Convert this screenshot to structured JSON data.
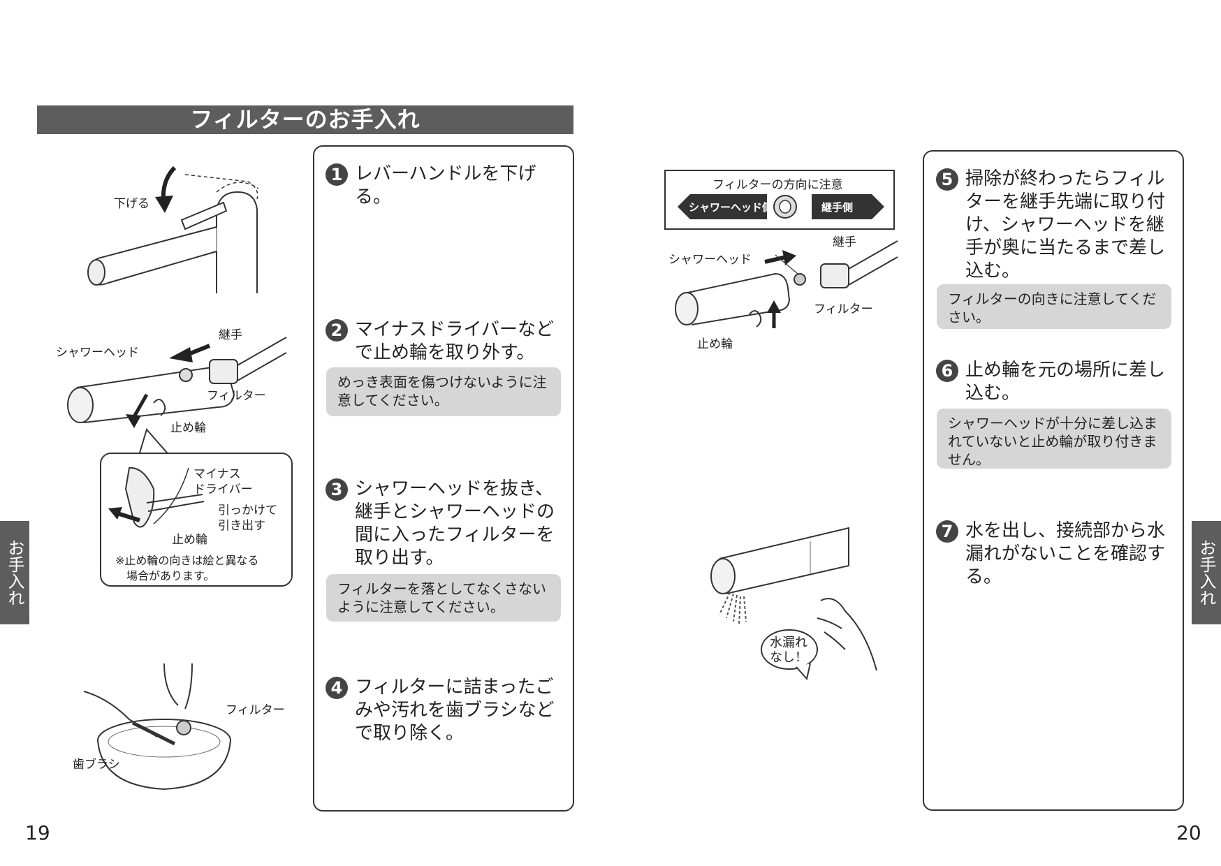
{
  "left": {
    "title": "フィルターのお手入れ",
    "steps": [
      {
        "num": "1",
        "text": "レバーハンドルを下げる。"
      },
      {
        "num": "2",
        "text": "マイナスドライバーなどで止め輪を取り外す。",
        "note": "めっき表面を傷つけないように注意してください。"
      },
      {
        "num": "3",
        "text": "シャワーヘッドを抜き、継手とシャワーヘッドの間に入ったフィルターを取り出す。",
        "note": "フィルターを落としてなくさないように注意してください。"
      },
      {
        "num": "4",
        "text": "フィルターに詰まったごみや汚れを歯ブラシなどで取り除く。"
      }
    ],
    "labels": {
      "lower": "下げる",
      "joint": "継手",
      "shower_head": "シャワーヘッド",
      "filter": "フィルター",
      "retaining_ring": "止め輪",
      "minus_driver": "マイナス\nドライバー",
      "pull_out": "引っかけて\n引き出す",
      "ring_in_box": "止め輪",
      "box_note": "※止め輪の向きは絵と異なる\n　場合があります。",
      "filter_wash": "フィルター",
      "toothbrush": "歯ブラシ"
    },
    "page_number": "19",
    "side_tab": "お手入れ"
  },
  "right": {
    "orientation_box": {
      "title": "フィルターの方向に注意",
      "left_arrow": "シャワーヘッド側",
      "right_arrow": "継手側"
    },
    "labels": {
      "joint": "継手",
      "shower_head": "シャワーヘッド",
      "filter": "フィルター",
      "retaining_ring": "止め輪",
      "no_leak": "水漏れ\nなし！"
    },
    "steps": [
      {
        "num": "5",
        "text": "掃除が終わったらフィルターを継手先端に取り付け、シャワーヘッドを継手が奥に当たるまで差し込む。",
        "note": "フィルターの向きに注意してください。"
      },
      {
        "num": "6",
        "text": "止め輪を元の場所に差し込む。",
        "note": "シャワーヘッドが十分に差し込まれていないと止め輪が取り付きません。"
      },
      {
        "num": "7",
        "text": "水を出し、接続部から水漏れがないことを確認する。"
      }
    ],
    "page_number": "20",
    "side_tab": "お手入れ"
  }
}
